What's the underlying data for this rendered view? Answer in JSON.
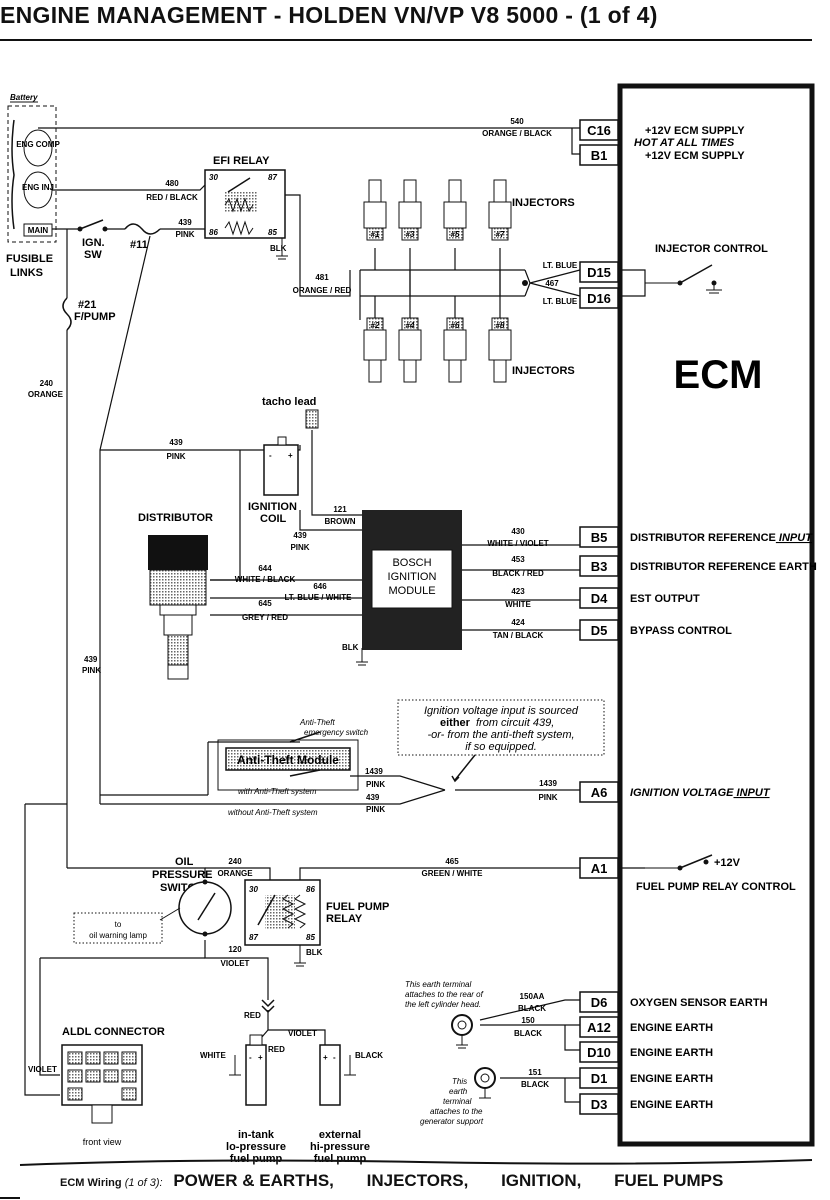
{
  "header": {
    "title": "ENGINE MANAGEMENT - HOLDEN VN/VP V8 5000 - (1 of 4)"
  },
  "footer": {
    "caption": "ECM Wiring",
    "page": "(1 of 3):",
    "parts": [
      "POWER & EARTHS,",
      "INJECTORS,",
      "IGNITION,",
      "FUEL PUMPS"
    ]
  },
  "ecm": {
    "label": "ECM"
  },
  "fusible_links": {
    "battery": "Battery",
    "links": [
      "ENG COMP",
      "ENG INJ",
      "MAIN"
    ],
    "label_line1": "FUSIBLE",
    "label_line2": "LINKS"
  },
  "ignition_switch": {
    "label_line1": "IGN.",
    "label_line2": "SW"
  },
  "fuses": {
    "f11": "#11",
    "f21_num": "#21",
    "f21_name": "F/PUMP"
  },
  "efi_relay": {
    "label": "EFI RELAY",
    "pins": [
      "30",
      "87",
      "86",
      "85"
    ],
    "earth": "BLK"
  },
  "injectors": {
    "top_labels": [
      "#1",
      "#3",
      "#5",
      "#7"
    ],
    "bottom_labels": [
      "#2",
      "#4",
      "#6",
      "#8"
    ],
    "label": "INJECTORS"
  },
  "tacho": {
    "label": "tacho lead"
  },
  "ignition_coil": {
    "label_line1": "IGNITION",
    "label_line2": "COIL",
    "minus": "-",
    "plus": "+"
  },
  "distributor": {
    "label": "DISTRIBUTOR"
  },
  "module": {
    "line1": "BOSCH",
    "line2": "IGNITION",
    "line3": "MODULE",
    "earth": "BLK"
  },
  "anti_theft": {
    "module": "Anti-Theft Module",
    "switch_line1": "Anti-Theft",
    "switch_line2": "emergency switch",
    "with": "with Anti-Theft system",
    "without": "without Anti-Theft system",
    "note_line1": "Ignition voltage input is sourced",
    "note_line2_a": "either",
    "note_line2_b": "from circuit 439,",
    "note_line3": "-or- from the anti-theft system,",
    "note_line4": "if so equipped."
  },
  "oil_switch": {
    "line1": "OIL",
    "line2": "PRESSURE",
    "line3": "SWITCH",
    "lamp_line1": "to",
    "lamp_line2": "oil warning lamp"
  },
  "fuel_pump_relay": {
    "line1": "FUEL PUMP",
    "line2": "RELAY",
    "pins": [
      "30",
      "86",
      "87",
      "85"
    ],
    "earth": "BLK"
  },
  "aldl": {
    "label": "ALDL CONNECTOR",
    "view": "front view"
  },
  "pumps": {
    "intank": [
      "in-tank",
      "lo-pressure",
      "fuel pump"
    ],
    "external": [
      "external",
      "hi-pressure",
      "fuel pump"
    ],
    "white": "WHITE",
    "red": "RED",
    "black": "BLACK",
    "violet": "VIOLET"
  },
  "earth_notes": {
    "head": [
      "This earth terminal",
      "attaches to the rear of",
      "the left cylinder head."
    ],
    "gen": [
      "This",
      "earth",
      "terminal",
      "attaches to the",
      "generator support"
    ]
  },
  "wires": {
    "w540": {
      "num": "540",
      "color": "ORANGE / BLACK"
    },
    "w480": {
      "num": "480",
      "color": "RED / BLACK"
    },
    "w439_pink": {
      "num": "439",
      "color": "PINK"
    },
    "w481": {
      "num": "481",
      "color": "ORANGE / RED"
    },
    "w467": {
      "num": "467"
    },
    "lt_blue": "LT. BLUE",
    "w240_orange": {
      "num": "240",
      "color": "ORANGE"
    },
    "w439_mid": {
      "num": "439",
      "color": "PINK"
    },
    "w121": {
      "num": "121",
      "color": "BROWN"
    },
    "w439_coil": {
      "num": "439",
      "color": "PINK"
    },
    "w644": {
      "num": "644",
      "color": "WHITE / BLACK"
    },
    "w646": {
      "num": "646",
      "color": "LT. BLUE / WHITE"
    },
    "w645": {
      "num": "645",
      "color": "GREY / RED"
    },
    "w430": {
      "num": "430",
      "color": "WHITE / VIOLET"
    },
    "w453": {
      "num": "453",
      "color": "BLACK / RED"
    },
    "w423": {
      "num": "423",
      "color": "WHITE"
    },
    "w424": {
      "num": "424",
      "color": "TAN / BLACK"
    },
    "w439_left": {
      "num": "439",
      "color": "PINK"
    },
    "w1439_a": {
      "num": "1439",
      "color": "PINK"
    },
    "w439_b": {
      "num": "439",
      "color": "PINK"
    },
    "w1439_out": {
      "num": "1439",
      "color": "PINK"
    },
    "w240_relay": {
      "num": "240",
      "color": "ORANGE"
    },
    "w465": {
      "num": "465",
      "color": "GREEN / WHITE"
    },
    "w120": {
      "num": "120",
      "color": "VIOLET"
    },
    "w150aa": {
      "num": "150AA",
      "color": "BLACK"
    },
    "w150": {
      "num": "150",
      "color": "BLACK"
    },
    "w151": {
      "num": "151",
      "color": "BLACK"
    }
  },
  "pins": [
    {
      "id": "C16",
      "desc": "+12V ECM SUPPLY"
    },
    {
      "id": "B1",
      "desc": "+12V ECM SUPPLY"
    },
    {
      "id": "D15",
      "desc": ""
    },
    {
      "id": "D16",
      "desc": ""
    },
    {
      "id": "B5",
      "desc": "DISTRIBUTOR REFERENCE",
      "emph": "INPUT"
    },
    {
      "id": "B3",
      "desc": "DISTRIBUTOR REFERENCE EARTH"
    },
    {
      "id": "D4",
      "desc": "EST OUTPUT"
    },
    {
      "id": "D5",
      "desc": "BYPASS CONTROL"
    },
    {
      "id": "A6",
      "desc": "IGNITION VOLTAGE",
      "emph": "INPUT"
    },
    {
      "id": "A1",
      "desc": "FUEL PUMP RELAY CONTROL"
    },
    {
      "id": "D6",
      "desc": "OXYGEN SENSOR EARTH"
    },
    {
      "id": "A12",
      "desc": "ENGINE EARTH"
    },
    {
      "id": "D10",
      "desc": "ENGINE EARTH"
    },
    {
      "id": "D1",
      "desc": "ENGINE EARTH"
    },
    {
      "id": "D3",
      "desc": "ENGINE EARTH"
    }
  ],
  "ecm_extra": {
    "hot": "HOT AT ALL TIMES",
    "injector_control": "INJECTOR CONTROL",
    "plus12": "+12V"
  }
}
